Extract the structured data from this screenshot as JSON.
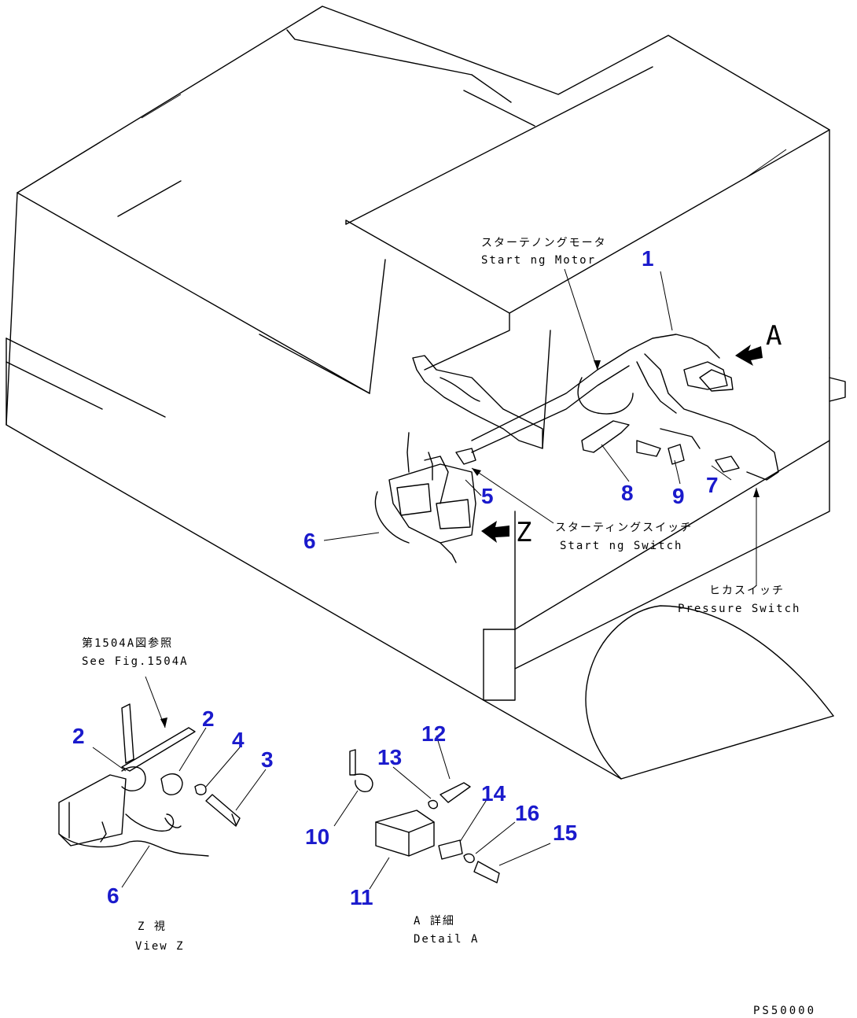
{
  "callouts": {
    "c1": "1",
    "c2a": "2",
    "c2b": "2",
    "c3": "3",
    "c4": "4",
    "c5": "5",
    "c6a": "6",
    "c6b": "6",
    "c7": "7",
    "c8": "8",
    "c9": "9",
    "c10": "10",
    "c11": "11",
    "c12": "12",
    "c13": "13",
    "c14": "14",
    "c15": "15",
    "c16": "16"
  },
  "labels": {
    "starting_motor_jp": "スターテノングモータ",
    "starting_motor_en": "Start ng Motor",
    "starting_switch_jp": "スターティングスイッチ",
    "starting_switch_en": "Start ng Switch",
    "pressure_switch_jp": "ヒカスイッチ",
    "pressure_switch_en": "Pressure Switch",
    "see_fig_jp": "第1504A図参照",
    "see_fig_en": "See Fig.1504A",
    "view_z_jp": "Z 視",
    "view_z_en": "View Z",
    "detail_a_jp": "A 詳細",
    "detail_a_en": "Detail A",
    "arrow_a": "A",
    "arrow_z": "Z"
  },
  "drawing_number": "PS50000",
  "colors": {
    "callout": "#1a1acc",
    "line": "#000000",
    "background": "#ffffff"
  }
}
